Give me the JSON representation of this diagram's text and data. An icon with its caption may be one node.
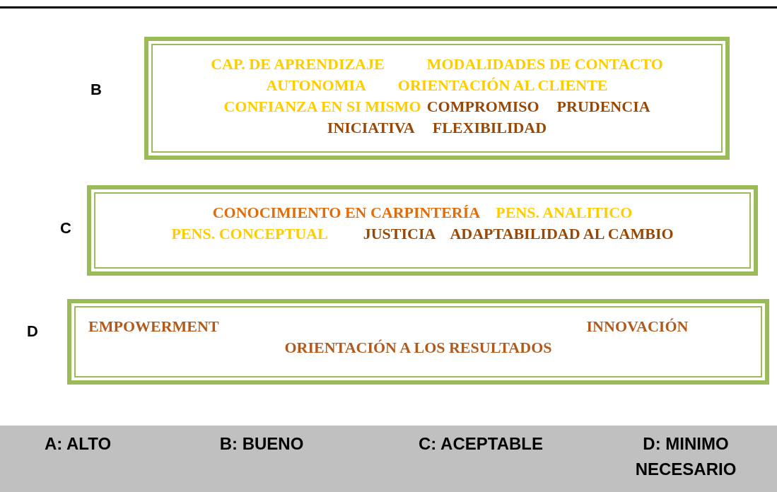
{
  "diagram": {
    "nodes": [
      {
        "text": [
          "CAP. DE APRENDIZAJE",
          "MODALIDADES DE CONTACTO",
          "AUTONOMIA",
          "ORIENTACIÓN AL CLIENTE",
          "CONFIANZA EN SI MISMO",
          "COMPROMISO",
          "PRUDENCIA",
          "INICIATIVA",
          "FLEXIBILIDAD"
        ],
        "beside": [
          "B"
        ]
      },
      {
        "text": [
          "CONOCIMIENTO EN CARPINTERÍA",
          "PENS. ANALITICO",
          "PENS. CONCEPTUAL",
          "JUSTICIA",
          "ADAPTABILIDAD AL CAMBIO"
        ],
        "beside": [
          "C"
        ]
      },
      {
        "text": [
          "EMPOWERMENT",
          "INNOVACIÓN",
          "ORIENTACIÓN A LOS RESULTADOS"
        ],
        "beside": [
          "D"
        ]
      }
    ],
    "labels": [
      "A: ALTO",
      "B: BUENO",
      "C: ACEPTABLE",
      "D: MINIMO NECESARIO"
    ]
  }
}
